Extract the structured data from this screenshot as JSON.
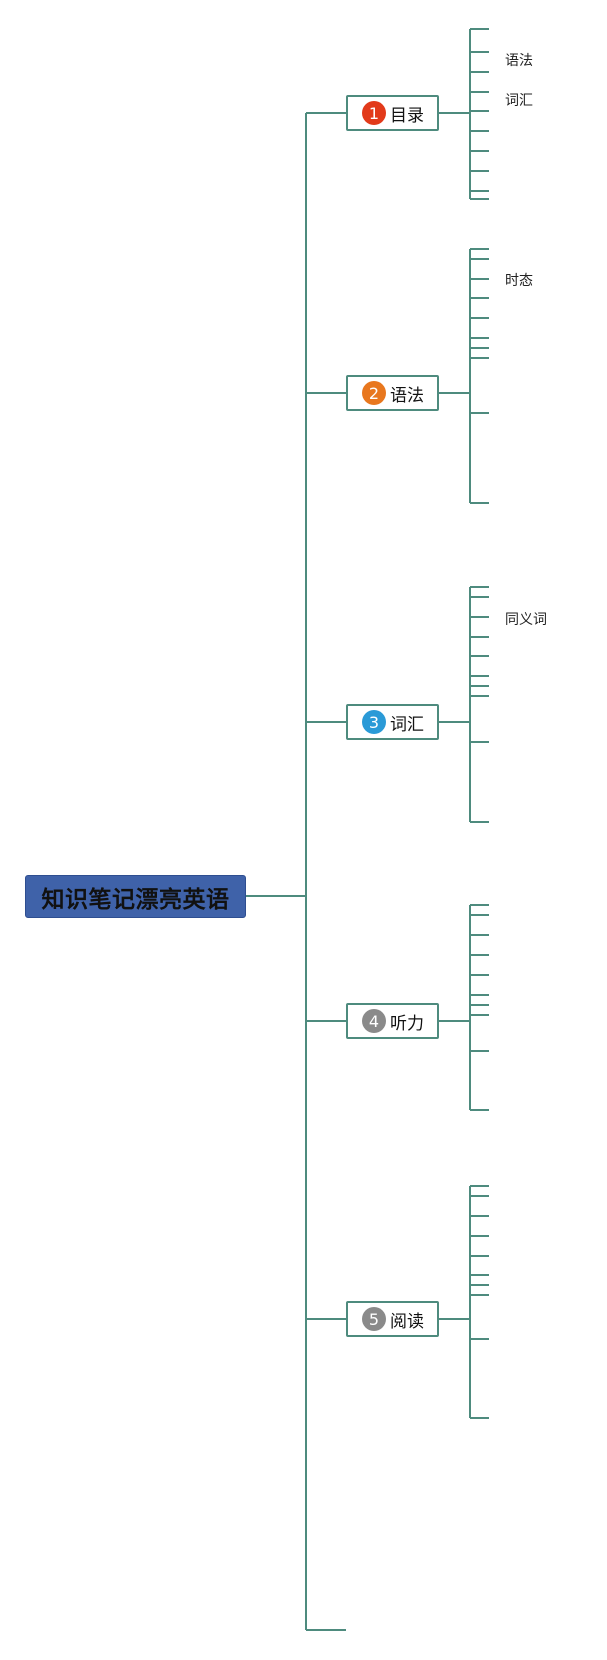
{
  "root": {
    "label": "知识笔记漂亮英语",
    "color": "#3f62a9"
  },
  "line_color": "#4e8b7e",
  "branches": [
    {
      "number": "1",
      "label": "目录",
      "badge_color": "#e23a1a"
    },
    {
      "number": "2",
      "label": "语法",
      "badge_color": "#e8771e"
    },
    {
      "number": "3",
      "label": "词汇",
      "badge_color": "#2a9ad7"
    },
    {
      "number": "4",
      "label": "听力",
      "badge_color": "#8a8a8a"
    },
    {
      "number": "5",
      "label": "阅读",
      "badge_color": "#8a8a8a"
    }
  ],
  "leaf_labels": {
    "b1_grammar": "语法",
    "b1_vocab": "词汇",
    "b2_tense": "时态",
    "b3_synonym": "同义词"
  }
}
